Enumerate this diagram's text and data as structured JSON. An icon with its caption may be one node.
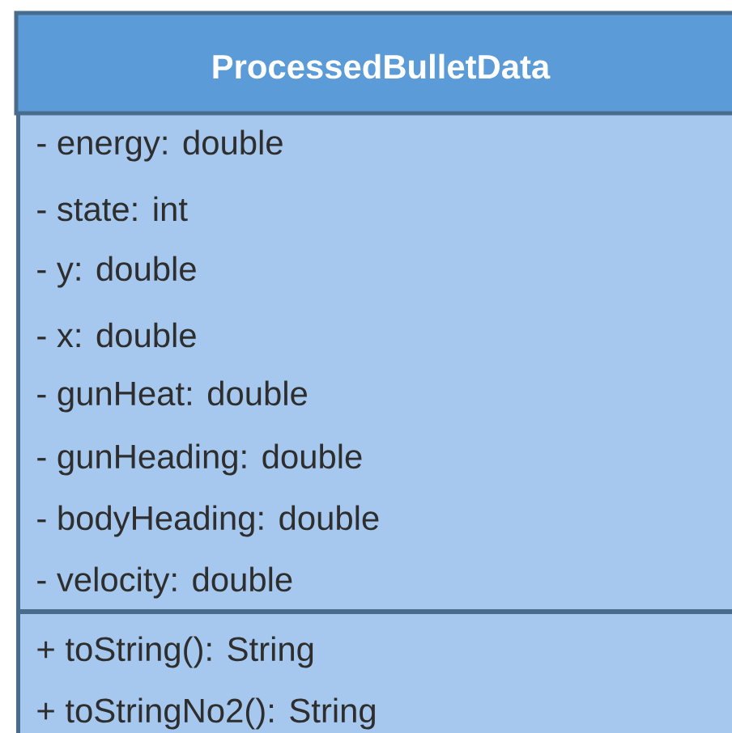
{
  "diagram": {
    "nodes": [
      {
        "text": [
          "ProcessedBulletData",
          "- energy: double",
          "- state: int",
          "- y: double",
          "- x: double",
          "- gunHeat: double",
          "- gunHeading: double",
          "- bodyHeading: double",
          "- velocity: double",
          "+ toString(): String",
          "+ toStringNo2(): String"
        ]
      }
    ]
  }
}
